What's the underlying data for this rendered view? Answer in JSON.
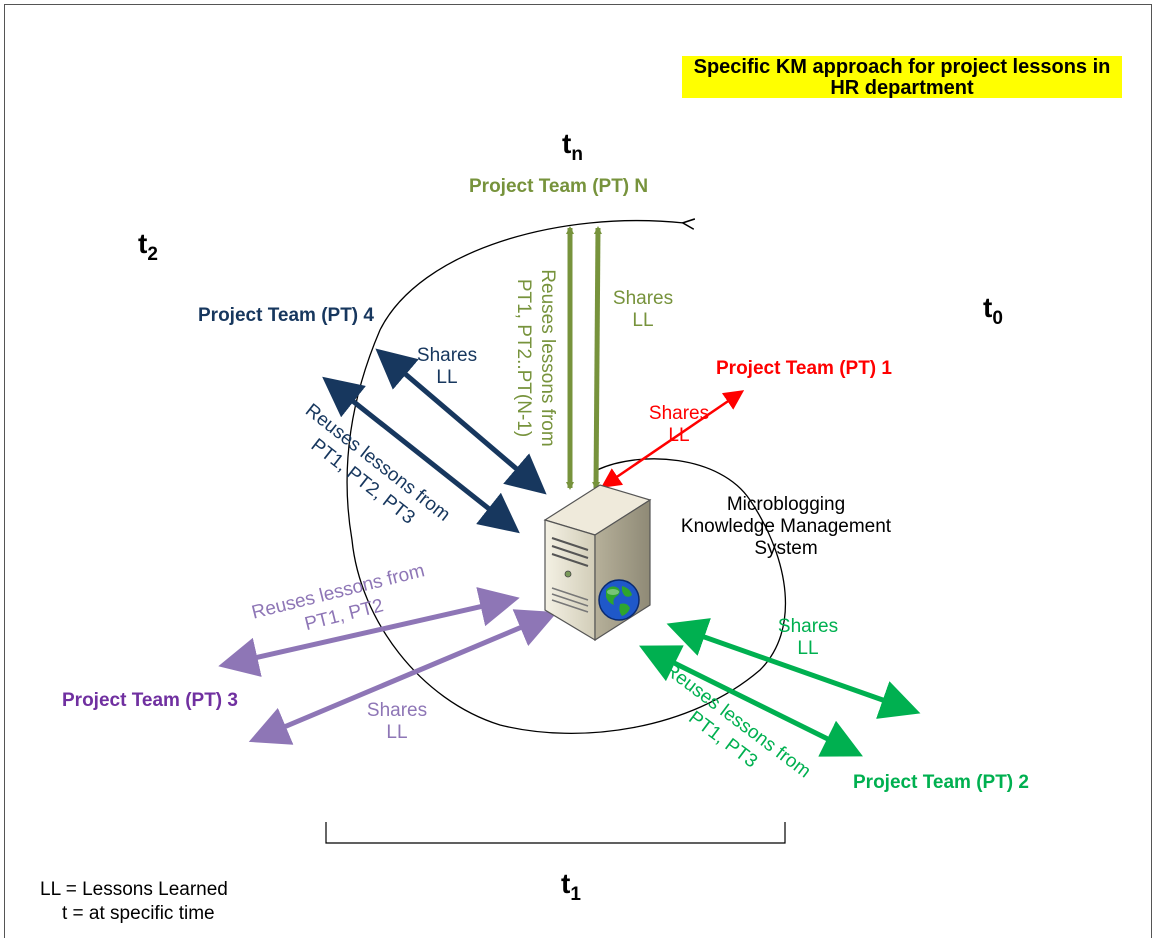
{
  "title": "Specific KM approach for project lessons in HR department",
  "time_labels": {
    "tn": {
      "base": "t",
      "sub": "n"
    },
    "t2": {
      "base": "t",
      "sub": "2"
    },
    "t0": {
      "base": "t",
      "sub": "0"
    },
    "t1": {
      "base": "t",
      "sub": "1"
    }
  },
  "teams": {
    "ptn": "Project Team (PT) N",
    "pt4": "Project Team (PT) 4",
    "pt1": "Project Team (PT) 1",
    "pt3": "Project Team (PT) 3",
    "pt2": "Project Team (PT) 2"
  },
  "system": {
    "label_line1": "Microblogging",
    "label_line2": "Knowledge Management",
    "label_line3": "System"
  },
  "arrows": {
    "ptn_reuses": [
      "Reuses lessons from",
      "PT1, PT2..PT(N-1)"
    ],
    "ptn_shares": [
      "Shares",
      "LL"
    ],
    "pt4_shares": [
      "Shares",
      "LL"
    ],
    "pt4_reuses": [
      "Reuses lessons from",
      "PT1, PT2, PT3"
    ],
    "pt1_shares": [
      "Shares",
      "LL"
    ],
    "pt3_reuses": [
      "Reuses lessons from",
      "PT1, PT2"
    ],
    "pt3_shares": [
      "Shares",
      "LL"
    ],
    "pt2_shares": [
      "Shares",
      "LL"
    ],
    "pt2_reuses": [
      "Reuses lessons from",
      "PT1, PT3"
    ]
  },
  "legend": {
    "line1": "LL = Lessons Learned",
    "line2": "t = at specific time"
  },
  "colors": {
    "olive": "#77933c",
    "navy": "#17375e",
    "red": "#ff0000",
    "purple": "#7030a0",
    "lavender": "#8e76b6",
    "green": "#00b050",
    "highlight": "#ffff00"
  }
}
